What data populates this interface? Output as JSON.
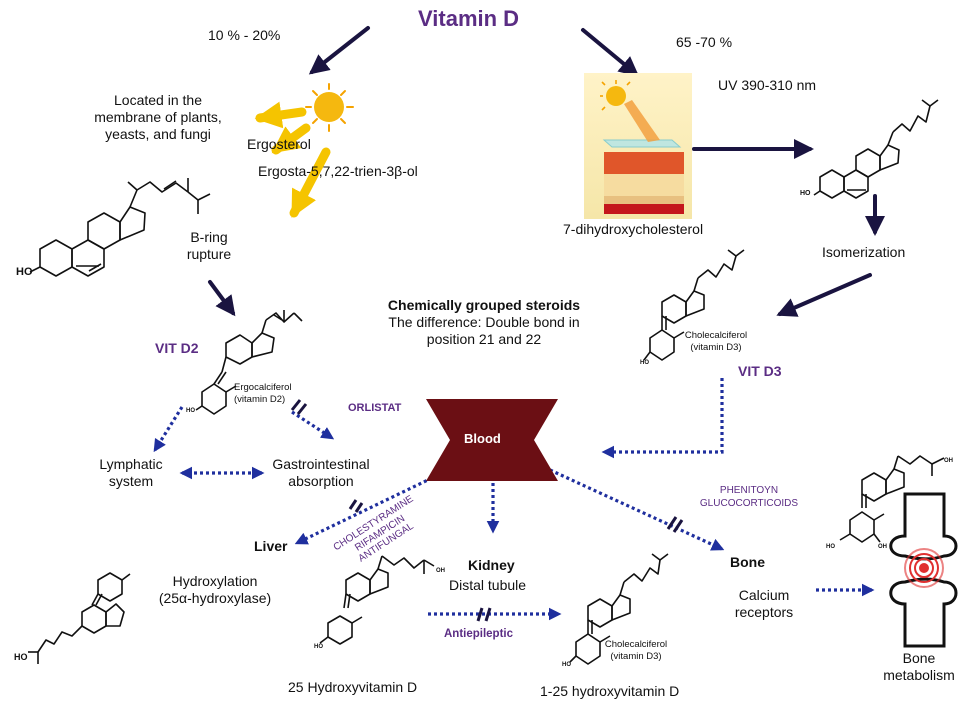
{
  "title": "Vitamin D",
  "percent_left": "10 % - 20%",
  "percent_right": "65 -70 %",
  "uv_label": "UV 390-310 nm",
  "plant_location": [
    "Located in the",
    "membrane of plants,",
    "yeasts, and fungi"
  ],
  "ergosterol": "Ergosterol",
  "ergosterol_iupac": "Ergosta-5,7,22-trien-3β-ol",
  "b_ring_rupture": [
    "B-ring",
    "rupture"
  ],
  "seven_dhc": "7-dihydroxycholesterol",
  "isomerization": "Isomerization",
  "chem_grouped": {
    "heading": "Chemically grouped steroids",
    "line1": "The difference: Double bond in",
    "line2": "position 21 and 22"
  },
  "vit_d2": "VIT D2",
  "vit_d3": "VIT D3",
  "ergocalciferol": [
    "Ergocalciferol",
    "(vitamin D2)"
  ],
  "cholecalciferol_top": [
    "Cholecalciferol",
    "(vitamin D3)"
  ],
  "cholecalciferol_bottom": [
    "Cholecalciferol",
    "(vitamin D3)"
  ],
  "orlistat": "ORLISTAT",
  "blood": "Blood",
  "lymphatic": [
    "Lymphatic",
    "system"
  ],
  "gi_absorption": [
    "Gastrointestinal",
    "absorption"
  ],
  "liver": "Liver",
  "liver_inhibitors": [
    "CHOLESTYRAMINE",
    "RIFAMPICIN",
    "ANTIFUNGAL"
  ],
  "kidney": "Kidney",
  "distal_tubule": "Distal tubule",
  "bone": "Bone",
  "bone_inhibitors": [
    "PHENITOYN",
    "GLUCOCORTICOIDS"
  ],
  "hydroxylation": [
    "Hydroxylation",
    "(25α-hydroxylase)"
  ],
  "hydroxyvit_25": "25 Hydroxyvitamin D",
  "antiepileptic": "Antiepileptic",
  "hydroxyvit_125": "1-25 hydroxyvitamin D",
  "calcium_receptors": [
    "Calcium",
    "receptors"
  ],
  "bone_metabolism": [
    "Bone",
    "metabolism"
  ],
  "colors": {
    "title_purple": "#5b2d84",
    "dark_arrow": "#1a1440",
    "dotted_arrow": "#1f2f9e",
    "blood_fill": "#6b0f14",
    "sun": "#f5b80f"
  }
}
